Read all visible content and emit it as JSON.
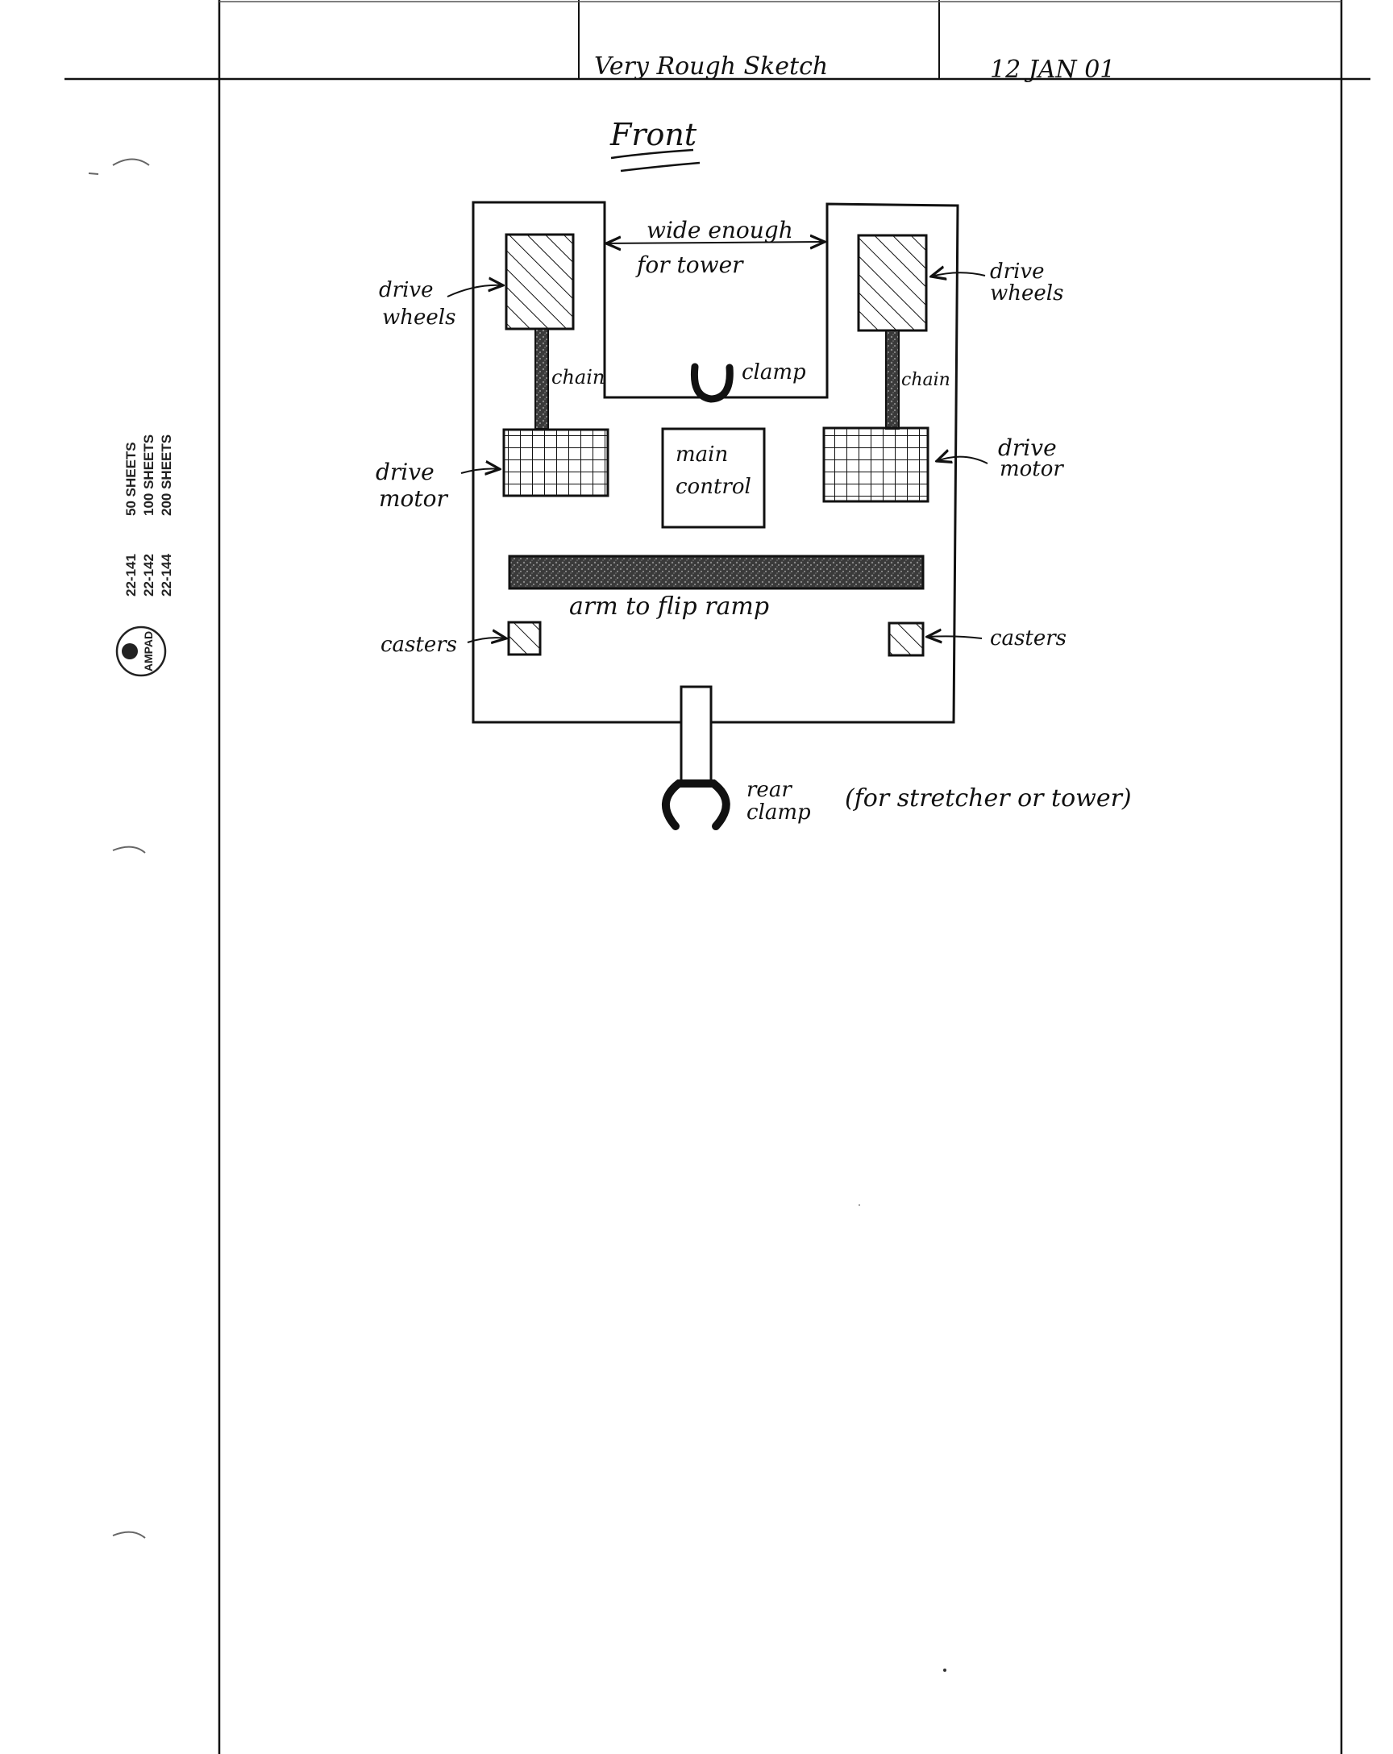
{
  "header": {
    "title": "Very Rough Sketch",
    "date": "12 JAN 01"
  },
  "sheet": {
    "brand": "AMPAD",
    "codes": [
      "22-141",
      "22-142",
      "22-144"
    ],
    "counts": [
      "50 SHEETS",
      "100 SHEETS",
      "200 SHEETS"
    ]
  },
  "diagram": {
    "heading": "Front",
    "labels": {
      "wide_1": "wide enough",
      "wide_2": "for tower",
      "drive_wheels_left_1": "drive",
      "drive_wheels_left_2": "wheels",
      "drive_wheels_right_1": "drive",
      "drive_wheels_right_2": "wheels",
      "chain_left": "chain",
      "chain_right": "chain",
      "clamp": "clamp",
      "drive_motor_left_1": "drive",
      "drive_motor_left_2": "motor",
      "drive_motor_right_1": "drive",
      "drive_motor_right_2": "motor",
      "main_control_1": "main",
      "main_control_2": "control",
      "arm": "arm to flip ramp",
      "casters_left": "casters",
      "casters_right": "casters",
      "rear_clamp_1": "rear",
      "rear_clamp_2": "clamp",
      "rear_clamp_note": "(for stretcher or tower)"
    }
  },
  "colors": {
    "ink": "#111111",
    "paper": "#ffffff",
    "arm_fill": "#555555"
  }
}
